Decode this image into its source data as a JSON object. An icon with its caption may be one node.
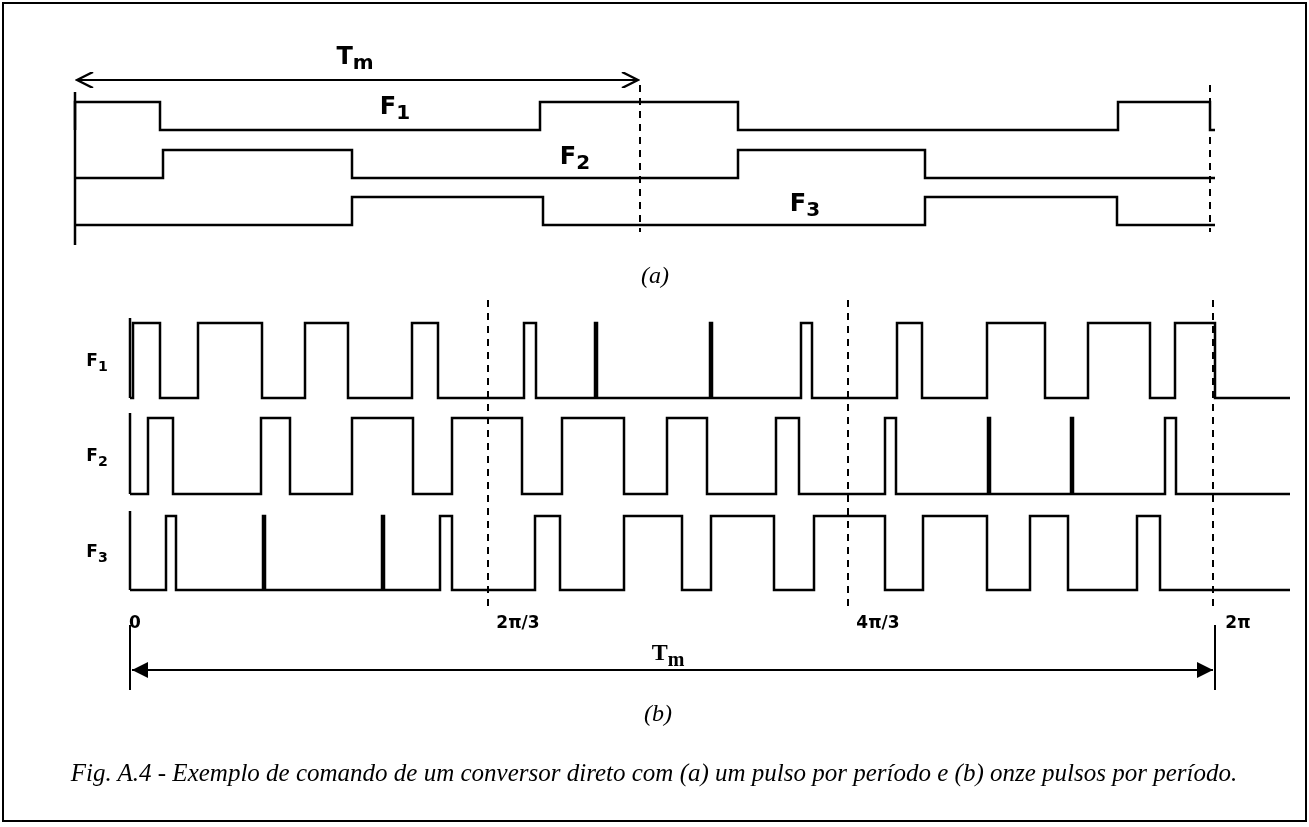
{
  "diagram": {
    "caption": "Fig. A.4 - Exemplo de comando de um conversor direto com (a) um pulso por período e (b) onze pulsos por período.",
    "labels": [
      "T$_{m}$",
      "F$_{1}$",
      "F$_{2}$",
      "F$_{3}$",
      "(a)",
      "F$_{1}$",
      "F$_{2}$",
      "F$_{3}$",
      "0",
      "2π/3",
      "4π/3",
      "2π",
      "T$_{m}$",
      "(b)"
    ]
  }
}
